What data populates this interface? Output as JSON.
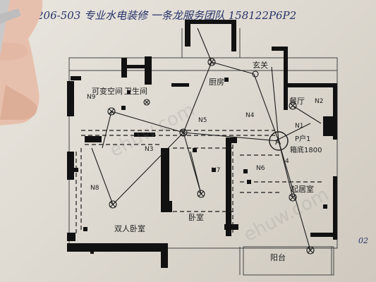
{
  "header_note": "206-503 专业水电装修 一条龙服务团队 158122P6P2",
  "rooms": {
    "convertible_room": "可变空间",
    "bathroom": "卫生间",
    "kitchen": "厨房",
    "entrance": "玄关",
    "dining": "餐厅",
    "living_room": "起居室",
    "master_bedroom": "双人卧室",
    "bedroom": "卧室",
    "balcony": "阳台"
  },
  "circuits": {
    "n1": "N1",
    "n2": "N2",
    "n3": "N3",
    "n4": "N4",
    "n5": "N5",
    "n6": "N6",
    "n7": "N7",
    "n8": "N8",
    "n9": "N9"
  },
  "panel": {
    "label": "P户1",
    "box_note": "箱底1800",
    "symbol": "A",
    "num": "4"
  },
  "corner_note": "02",
  "colors": {
    "ink": "#26316a",
    "wall": "#111111",
    "paper": "#e6e2da"
  }
}
